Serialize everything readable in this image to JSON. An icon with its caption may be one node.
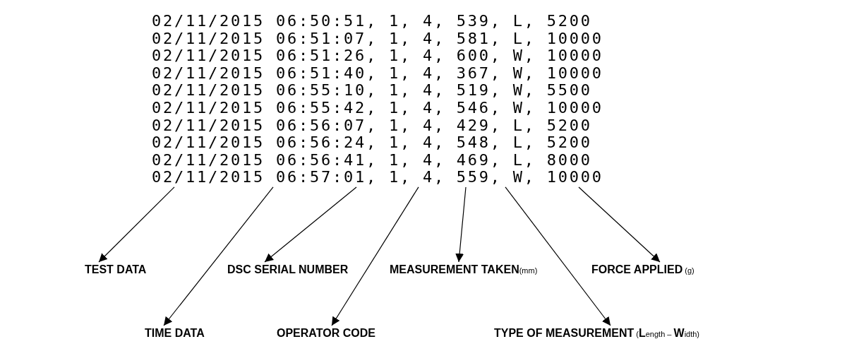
{
  "diagram": {
    "nodes": [
      {
        "text": [
          "02/11/2015 06:50:51, 1, 4, 539, L, 5200",
          "02/11/2015 06:51:07, 1, 4, 581, L, 10000",
          "02/11/2015 06:51:26, 1, 4, 600, W, 10000",
          "02/11/2015 06:51:40, 1, 4, 367, W, 10000",
          "02/11/2015 06:55:10, 1, 4, 519, W, 5500",
          "02/11/2015 06:55:42, 1, 4, 546, W, 10000",
          "02/11/2015 06:56:07, 1, 4, 429, L, 5200",
          "02/11/2015 06:56:24, 1, 4, 548, L, 5200",
          "02/11/2015 06:56:41, 1, 4, 469, L, 8000",
          "02/11/2015 06:57:01, 1, 4, 559, W, 10000"
        ]
      },
      {
        "text": [
          "TEST DATA"
        ]
      },
      {
        "text": [
          "DSC SERIAL NUMBER"
        ]
      },
      {
        "text": [
          "**MEASUREMENT TAKEN**(mm)"
        ]
      },
      {
        "text": [
          "**FORCE APPLIED** (g)"
        ]
      },
      {
        "text": [
          "TIME DATA"
        ]
      },
      {
        "text": [
          "OPERATOR CODE"
        ]
      },
      {
        "text": [
          "**TYPE OF MEASUREMENT** (**L**ength – **W**idth)"
        ]
      }
    ],
    "edges": [
      {
        "from": 0,
        "to": 1,
        "arrow": "to"
      },
      {
        "from": 0,
        "to": 5,
        "arrow": "to"
      },
      {
        "from": 0,
        "to": 2,
        "arrow": "to"
      },
      {
        "from": 0,
        "to": 6,
        "arrow": "to"
      },
      {
        "from": 0,
        "to": 3,
        "arrow": "to"
      },
      {
        "from": 0,
        "to": 7,
        "arrow": "to"
      },
      {
        "from": 0,
        "to": 4,
        "arrow": "to"
      }
    ]
  }
}
